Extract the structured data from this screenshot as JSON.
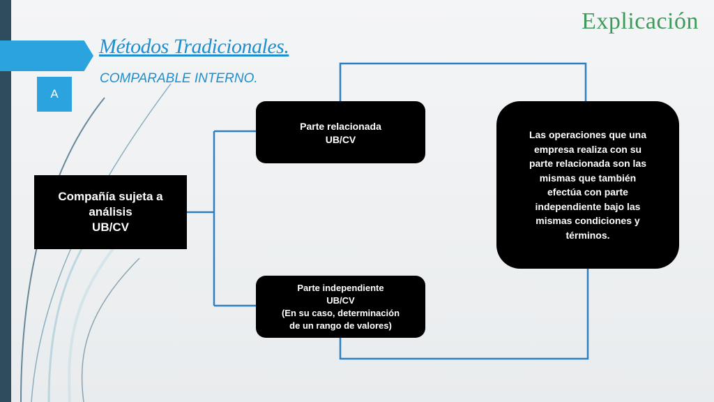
{
  "header": {
    "corner_title": "Explicación",
    "main_title": "Métodos Tradicionales.",
    "subtitle": "COMPARABLE INTERNO.",
    "badge": "A"
  },
  "diagram": {
    "main_box": [
      "Compañía sujeta a",
      "análisis",
      "UB/CV"
    ],
    "related_box": [
      "Parte relacionada",
      "UB/CV"
    ],
    "independent_box": [
      "Parte independiente",
      "UB/CV",
      "(En su caso, determinación",
      "de un rango de valores)"
    ],
    "explanation_box": [
      "Las operaciones que una",
      "empresa realiza con su",
      "parte relacionada son las",
      "mismas que también",
      "efectúa con parte",
      "independiente bajo las",
      "mismas condiciones y",
      "términos."
    ]
  },
  "colors": {
    "accent_blue": "#2aa3df",
    "title_blue": "#1d8fcf",
    "corner_green": "#3e9a5a",
    "connector_blue": "#2c7fc0",
    "left_bar": "#2e4c5e",
    "box_fill": "#000000"
  }
}
